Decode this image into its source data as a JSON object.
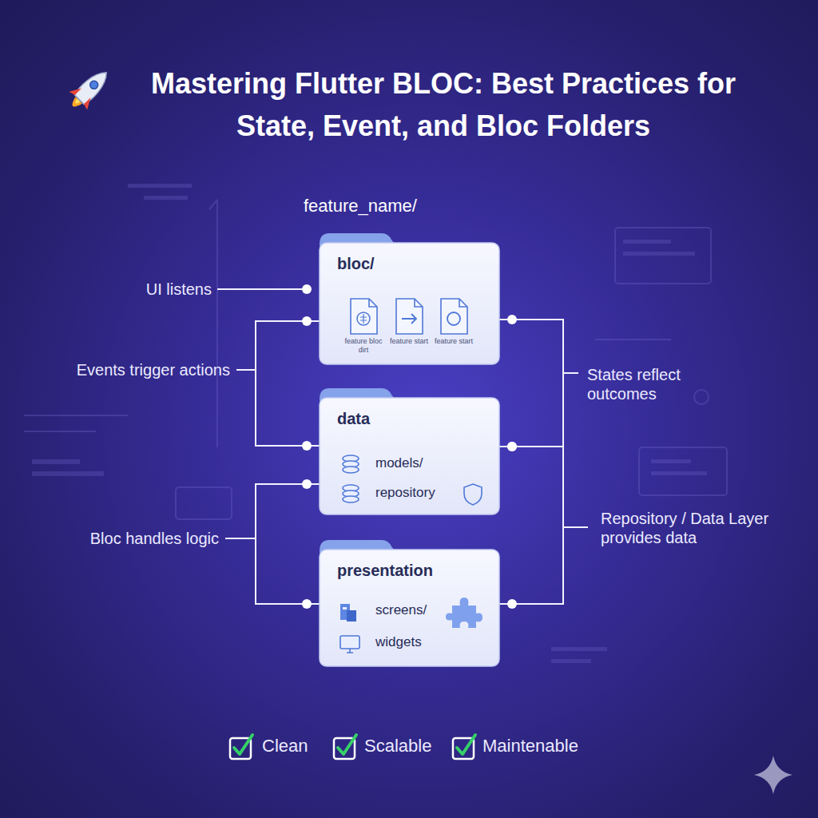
{
  "diagram": {
    "title": "Mastering Flutter BLOC: Best Practices for State, Event, and Bloc Folders",
    "nodes": [
      {
        "text": [
          "bloc/",
          "feature bloc dirt",
          "feature start",
          "feature start"
        ]
      },
      {
        "text": [
          "data",
          "models/",
          "repository"
        ]
      },
      {
        "text": [
          "presentation",
          "screens/",
          "widgets"
        ]
      }
    ],
    "edges": [
      {
        "from": 0,
        "to": 1,
        "arrow": "none"
      },
      {
        "from": 1,
        "to": 2,
        "arrow": "none"
      },
      {
        "from": 0,
        "to": 1,
        "arrow": "none"
      },
      {
        "from": 1,
        "to": 2,
        "arrow": "none"
      }
    ],
    "labels": [
      "feature_name/",
      "UI listens",
      "Events trigger actions",
      "States reflect outcomes",
      "Bloc handles logic",
      "Repository / Data Layer provides data",
      "Clean",
      "Scalable",
      "Maintenable"
    ]
  }
}
